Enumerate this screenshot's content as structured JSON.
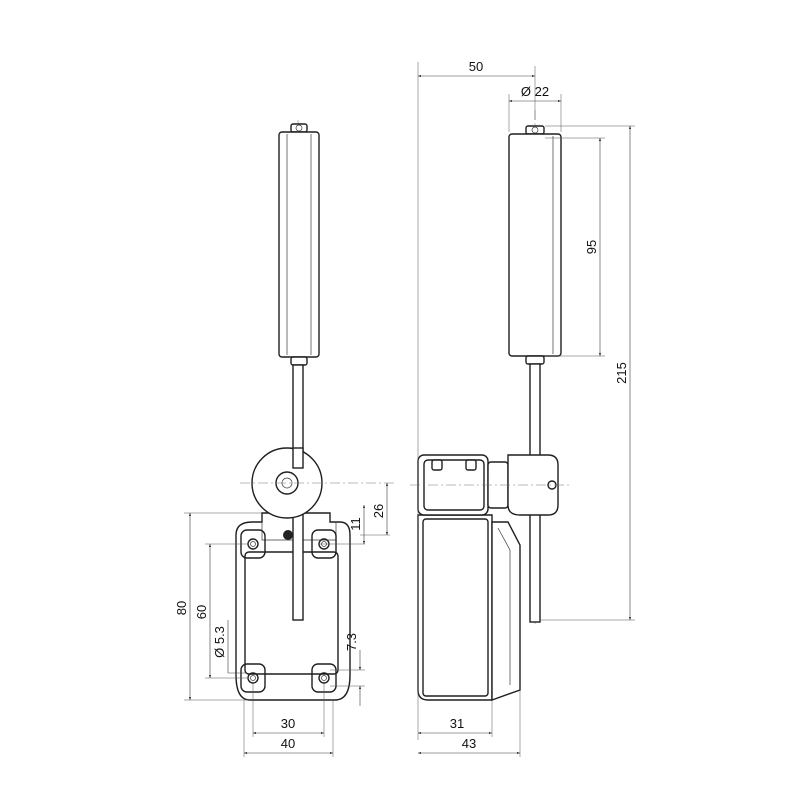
{
  "dimensions": {
    "top_width": "50",
    "roller_diameter": "Ø 22",
    "roller_length": "95",
    "overall_height": "215",
    "pivot_offset": "26",
    "pivot_to_hole": "11",
    "body_height": "80",
    "hole_spacing_vertical": "60",
    "hole_diameter": "Ø 5.3",
    "hole_edge_offset": "7.3",
    "hole_spacing_horizontal": "30",
    "body_width": "40",
    "side_inner_width": "31",
    "side_width": "43"
  }
}
